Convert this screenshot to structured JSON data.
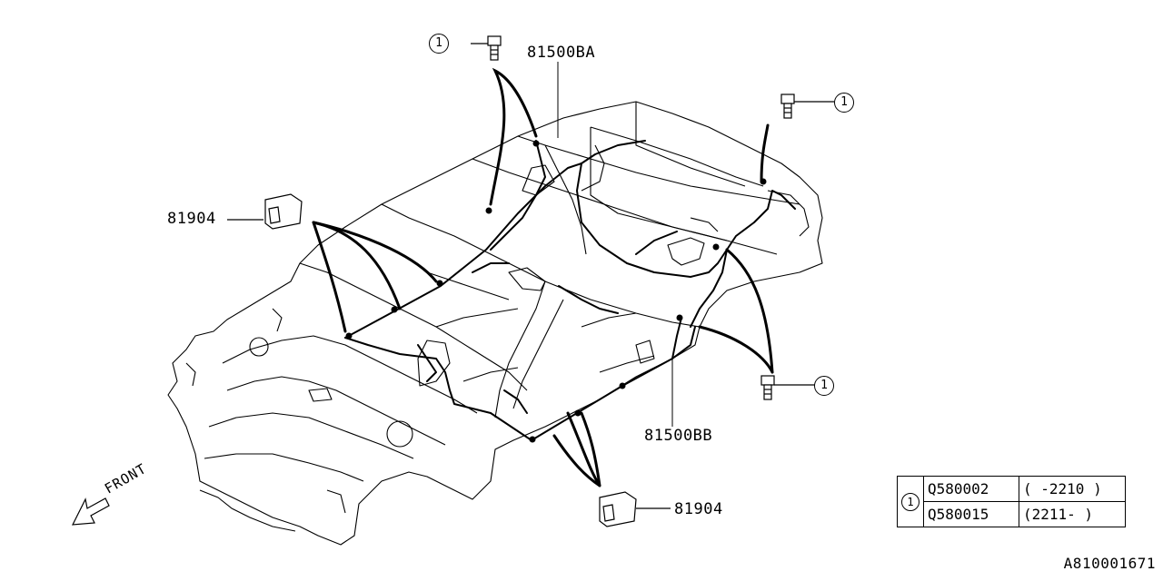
{
  "diagram": {
    "parts": [
      {
        "id": "harness-front",
        "label": "81500BA"
      },
      {
        "id": "harness-rear",
        "label": "81500BB"
      },
      {
        "id": "clip-left",
        "label": "81904"
      },
      {
        "id": "clip-right",
        "label": "81904"
      }
    ],
    "callout_symbol": "1",
    "direction_label": "FRONT",
    "doc_id": "A810001671"
  },
  "legend": {
    "key": "1",
    "rows": [
      {
        "part": "Q580002",
        "range": "( -2210 )"
      },
      {
        "part": "Q580015",
        "range": "(2211-  )"
      }
    ]
  }
}
